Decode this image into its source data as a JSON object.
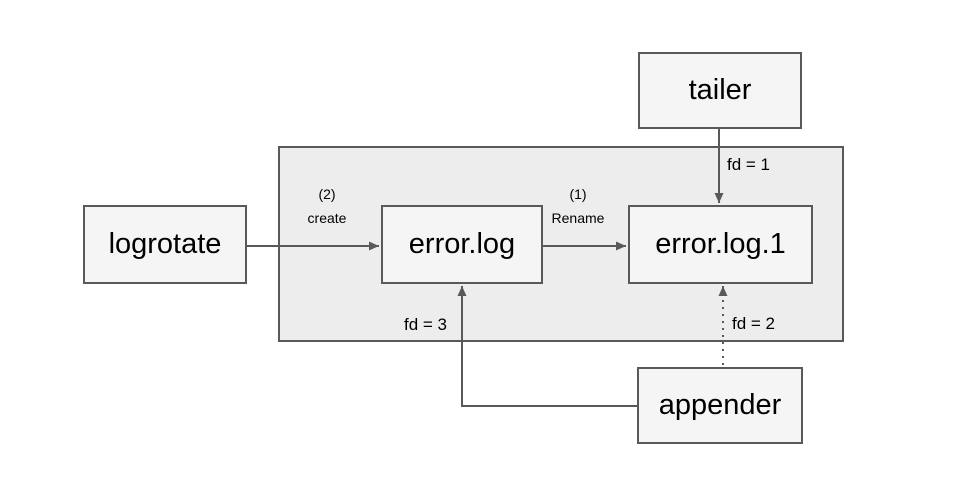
{
  "diagram": {
    "nodes": {
      "tailer": "tailer",
      "logrotate": "logrotate",
      "errorlog": "error.log",
      "errorlog1": "error.log.1",
      "appender": "appender"
    },
    "edges": {
      "create_step": "(2)",
      "create_action": "create",
      "rename_step": "(1)",
      "rename_action": "Rename",
      "fd1": "fd = 1",
      "fd2": "fd = 2",
      "fd3": "fd = 3"
    },
    "colors": {
      "page_background": "#ffffff",
      "container_fill": "#ededed",
      "node_fill": "#f5f5f5",
      "stroke": "#595959",
      "text": "#000000"
    },
    "edge_styles": {
      "fd2_line": "dotted",
      "default_line": "solid"
    }
  }
}
